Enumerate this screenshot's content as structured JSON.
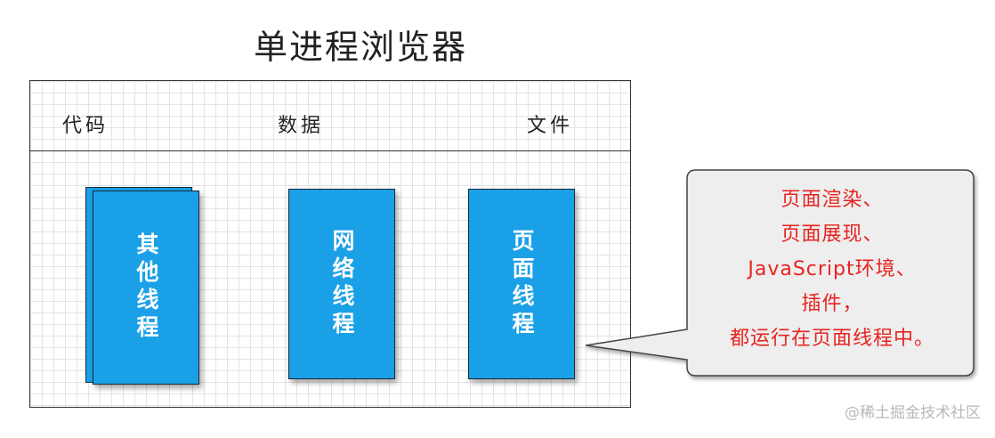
{
  "title": "单进程浏览器",
  "resources": {
    "code": "代码",
    "data": "数据",
    "file": "文件"
  },
  "threads": {
    "other": "其他线程",
    "network": "网络线程",
    "page": "页面线程"
  },
  "callout": {
    "lines": [
      "页面渲染、",
      "页面展现、",
      "JavaScript环境、",
      "插件，",
      "都运行在页面线程中。"
    ],
    "text_color": "#e8231f"
  },
  "watermark": "@稀土掘金技术社区",
  "colors": {
    "thread_fill": "#1aa0e6",
    "callout_fill": "#eeeeee"
  }
}
